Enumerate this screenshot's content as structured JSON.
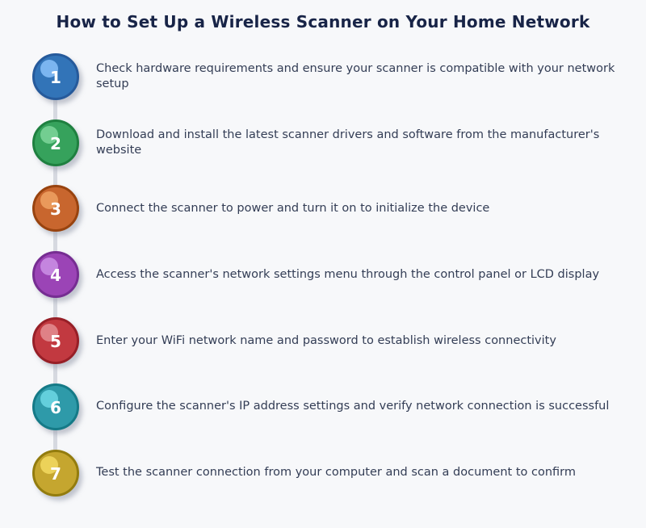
{
  "page": {
    "title": "How to Set Up a Wireless Scanner on Your Home Network",
    "background_color": "#f7f8fa",
    "title_color": "#182447",
    "text_color": "#333d55",
    "connector_color": "#d6d9e0",
    "number_color": "#ffffff"
  },
  "steps": [
    {
      "number": "1",
      "label": "Check hardware requirements and ensure your scanner is compatible with your network setup",
      "fill": "#3274b8",
      "border": "#265a9b",
      "highlight": "#7fb8f2"
    },
    {
      "number": "2",
      "label": "Download and install the latest scanner drivers and software from the manufacturer's website",
      "fill": "#36a25c",
      "border": "#1f8040",
      "highlight": "#77d194"
    },
    {
      "number": "3",
      "label": "Connect the scanner to power and turn it on to initialize the device",
      "fill": "#c8662e",
      "border": "#98430f",
      "highlight": "#eb9c5e"
    },
    {
      "number": "4",
      "label": "Access the scanner's network settings menu through the control panel or LCD display",
      "fill": "#9b44b6",
      "border": "#762d92",
      "highlight": "#c689e2"
    },
    {
      "number": "5",
      "label": "Enter your WiFi network name and password to establish wireless connectivity",
      "fill": "#c23940",
      "border": "#971f27",
      "highlight": "#e0858a"
    },
    {
      "number": "6",
      "label": "Configure the scanner's IP address settings and verify network connection is successful",
      "fill": "#2e9aa9",
      "border": "#157a87",
      "highlight": "#66d2de"
    },
    {
      "number": "7",
      "label": "Test the scanner connection from your computer and scan a document to confirm",
      "fill": "#c5a62f",
      "border": "#937c0e",
      "highlight": "#eed45c"
    }
  ]
}
